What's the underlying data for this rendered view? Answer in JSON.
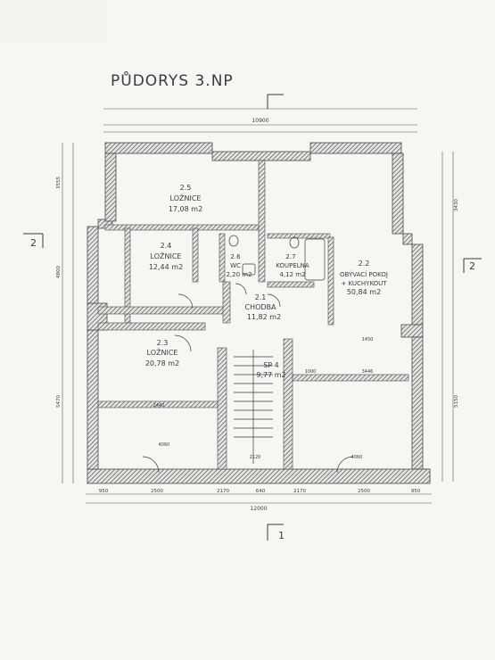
{
  "title": "PŮDORYS 3.NP",
  "section_marks": {
    "left": "2",
    "right": "2",
    "bottom": "1"
  },
  "rooms": [
    {
      "id": "2.5",
      "name": "LOŽNICE",
      "area": "17,08 m2"
    },
    {
      "id": "2.4",
      "name": "LOŽNICE",
      "area": "12,44 m2"
    },
    {
      "id": "2.6",
      "name": "WC",
      "area": "2,20 m2"
    },
    {
      "id": "2.7",
      "name": "KOUPELNA",
      "area": "4,12 m2"
    },
    {
      "id": "2.2",
      "name": "OBÝVACÍ POKOJ",
      "name2": "+ KUCHYKOUT",
      "area": "50,84 m2"
    },
    {
      "id": "2.1",
      "name": "CHODBA",
      "area": "11,82 m2"
    },
    {
      "id": "2.3",
      "name": "LOŽNICE",
      "area": "20,78 m2"
    },
    {
      "id": "SP 4",
      "name": "",
      "area": "9,77 m2"
    }
  ],
  "dimensions": {
    "top_total": "10900",
    "bottom_total": "12000",
    "bottom_chain": [
      "950",
      "2500",
      "2170",
      "640",
      "2170",
      "2500",
      "950"
    ],
    "left_chain": [
      "3555",
      "4800",
      "5470"
    ],
    "right_chain": [
      "3430",
      "5150"
    ],
    "window_width": "4060",
    "stair_width": "2120",
    "misc": [
      "2440",
      "1000",
      "1450",
      "3446"
    ]
  },
  "colors": {
    "paper": "#f7f6f2",
    "ink": "#3a3a44",
    "hatch": "#6a6a72"
  }
}
